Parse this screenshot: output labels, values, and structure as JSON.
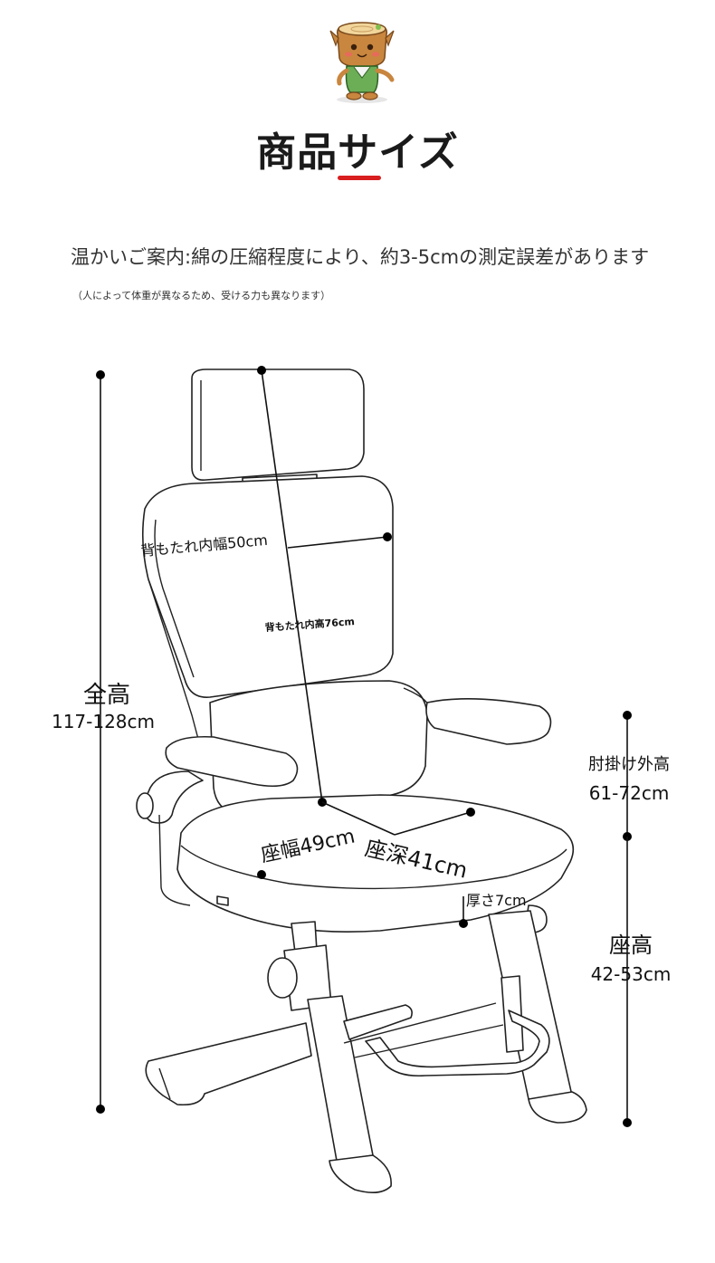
{
  "header": {
    "title": "商品サイズ",
    "accent_color": "#d81e1e"
  },
  "mascot": {
    "icon": "tree-stump-mascot-icon"
  },
  "notice": {
    "main": "温かいご案内:綿の圧縮程度により、約3-5cmの測定誤差があります",
    "sub": "（人によって体重が異なるため、受ける力も異なります）"
  },
  "dimensions": {
    "total_height": {
      "label": "全高",
      "value": "117-128cm"
    },
    "armrest_height": {
      "label": "肘掛け外高",
      "value": "61-72cm"
    },
    "seat_height": {
      "label": "座高",
      "value": "42-53cm"
    },
    "back_width": {
      "label": "背もたれ内幅50cm"
    },
    "back_height": {
      "label": "背もたれ内高76cm"
    },
    "seat_width": {
      "label": "座幅49cm"
    },
    "seat_depth": {
      "label": "座深41cm"
    },
    "thickness": {
      "label": "厚さ7cm"
    }
  }
}
